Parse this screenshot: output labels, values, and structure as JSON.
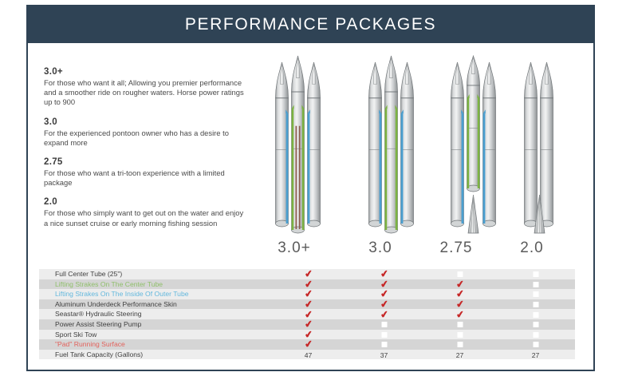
{
  "header": {
    "title": "PERFORMANCE PACKAGES",
    "bar_color": "#2f4355"
  },
  "descriptions": [
    {
      "title": "3.0+",
      "body": "For those who want it all; Allowing you premier performance and a smoother ride on rougher waters. Horse power ratings up to 900"
    },
    {
      "title": "3.0",
      "body": "For the experienced pontoon owner who has a desire to expand more"
    },
    {
      "title": "2.75",
      "body": "For those who want a tri-toon experience with a limited package"
    },
    {
      "title": "2.0",
      "body": "For those who simply want to get out on the water and enjoy a nice sunset cruise or early morning fishing session"
    }
  ],
  "columns": [
    {
      "label": "3.0+"
    },
    {
      "label": "3.0"
    },
    {
      "label": "2.75"
    },
    {
      "label": "2.0"
    }
  ],
  "colors": {
    "strake_blue": "#4a9fd0",
    "strake_green": "#7cb342",
    "pad_brown": "#8a5a4a",
    "tube_gray": "#c9cbcc",
    "check_red": "#c62828",
    "label_green": "#8fbf6a",
    "label_blue": "#63b8dd",
    "label_red": "#e2625c"
  },
  "illustrations": {
    "packages": [
      {
        "name": "3.0+",
        "tubes": [
          {
            "type": "outer-tube-left",
            "strake": "blue",
            "pad": false,
            "full_height": true
          },
          {
            "type": "center-tube",
            "strake": "green",
            "pad": true,
            "full_height": true
          },
          {
            "type": "outer-tube-right",
            "strake": "blue",
            "pad": false,
            "full_height": true
          }
        ],
        "fin": false
      },
      {
        "name": "3.0",
        "tubes": [
          {
            "type": "outer-tube-left",
            "strake": "blue",
            "pad": false,
            "full_height": true
          },
          {
            "type": "center-tube",
            "strake": "green",
            "pad": false,
            "full_height": true
          },
          {
            "type": "outer-tube-right",
            "strake": "blue",
            "pad": false,
            "full_height": true
          }
        ],
        "fin": false
      },
      {
        "name": "2.75",
        "tubes": [
          {
            "type": "outer-tube-left",
            "strake": "blue",
            "pad": false,
            "full_height": true
          },
          {
            "type": "center-tube",
            "strake": "green",
            "pad": false,
            "full_height": false
          },
          {
            "type": "outer-tube-right",
            "strake": "blue",
            "pad": false,
            "full_height": true
          }
        ],
        "fin": true
      },
      {
        "name": "2.0",
        "tubes": [
          {
            "type": "outer-tube-left",
            "strake": "none",
            "pad": false,
            "full_height": true
          },
          {
            "type": "outer-tube-right",
            "strake": "none",
            "pad": false,
            "full_height": true
          }
        ],
        "fin": true
      }
    ]
  },
  "feature_table": {
    "rows": [
      {
        "label": "Full Center Tube (25\")",
        "label_color": "default",
        "cells": [
          "check",
          "check",
          "blank",
          "blank"
        ]
      },
      {
        "label": "Lifting Strakes On The Center Tube",
        "label_color": "green",
        "cells": [
          "check",
          "check",
          "check",
          "blank"
        ]
      },
      {
        "label": "Lifting Strakes On The Inside Of Outer Tube",
        "label_color": "blue",
        "cells": [
          "check",
          "check",
          "check",
          "blank"
        ]
      },
      {
        "label": "Aluminum Underdeck Performance Skin",
        "label_color": "default",
        "cells": [
          "check",
          "check",
          "check",
          "blank"
        ]
      },
      {
        "label": "Seastar® Hydraulic Steering",
        "label_color": "default",
        "cells": [
          "check",
          "check",
          "check",
          "blank"
        ]
      },
      {
        "label": "Power Assist Steering Pump",
        "label_color": "default",
        "cells": [
          "check",
          "blank",
          "blank",
          "blank"
        ]
      },
      {
        "label": "Sport Ski Tow",
        "label_color": "default",
        "cells": [
          "check",
          "blank",
          "blank",
          "blank"
        ]
      },
      {
        "label": "\"Pad\" Running Surface",
        "label_color": "red",
        "cells": [
          "check",
          "blank",
          "blank",
          "blank"
        ]
      },
      {
        "label": "Fuel Tank Capacity (Gallons)",
        "label_color": "default",
        "cells": [
          "47",
          "37",
          "27",
          "27"
        ]
      }
    ]
  }
}
